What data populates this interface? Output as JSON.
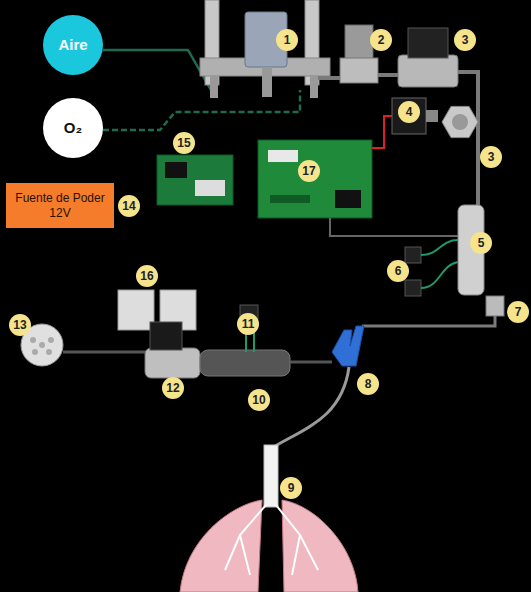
{
  "diagram": {
    "nodes": [
      {
        "text": [
          "Aire"
        ]
      },
      {
        "text": [
          "O₂"
        ]
      },
      {
        "text": [
          "Fuente de Poder 12V"
        ]
      }
    ],
    "labels": [
      "1",
      "2",
      "3",
      "4",
      "15",
      "3",
      "17",
      "14",
      "5",
      "6",
      "16",
      "7",
      "11",
      "13",
      "8",
      "12",
      "10",
      "9"
    ]
  }
}
